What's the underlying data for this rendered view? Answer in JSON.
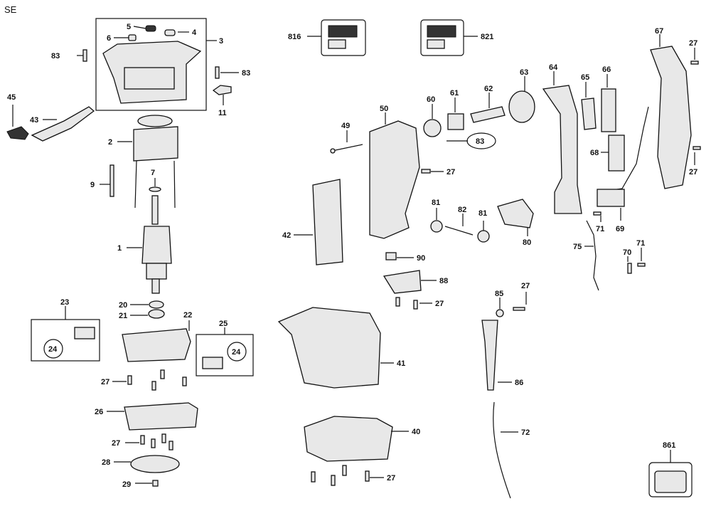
{
  "corner_label": "SE",
  "callouts": {
    "p1": "1",
    "p2": "2",
    "p3": "3",
    "p4": "4",
    "p5": "5",
    "p6": "6",
    "p7": "7",
    "p9": "9",
    "p11": "11",
    "p20": "20",
    "p21": "21",
    "p22": "22",
    "p23": "23",
    "p24a": "24",
    "p24b": "24",
    "p25": "25",
    "p26": "26",
    "p27a": "27",
    "p27b": "27",
    "p27c": "27",
    "p27d": "27",
    "p27e": "27",
    "p27f": "27",
    "p27g": "27",
    "p27h": "27",
    "p28": "28",
    "p29": "29",
    "p40": "40",
    "p41": "41",
    "p42": "42",
    "p43": "43",
    "p45": "45",
    "p49": "49",
    "p50": "50",
    "p60": "60",
    "p61": "61",
    "p62": "62",
    "p63": "63",
    "p64": "64",
    "p65": "65",
    "p66": "66",
    "p67": "67",
    "p68": "68",
    "p69": "69",
    "p70": "70",
    "p71a": "71",
    "p71b": "71",
    "p72": "72",
    "p75": "75",
    "p80": "80",
    "p81a": "81",
    "p81b": "81",
    "p82": "82",
    "p83a": "83",
    "p83b": "83",
    "p83c": "83",
    "p85": "85",
    "p86": "86",
    "p88": "88",
    "p90": "90",
    "p816": "816",
    "p821": "821",
    "p861": "861"
  }
}
